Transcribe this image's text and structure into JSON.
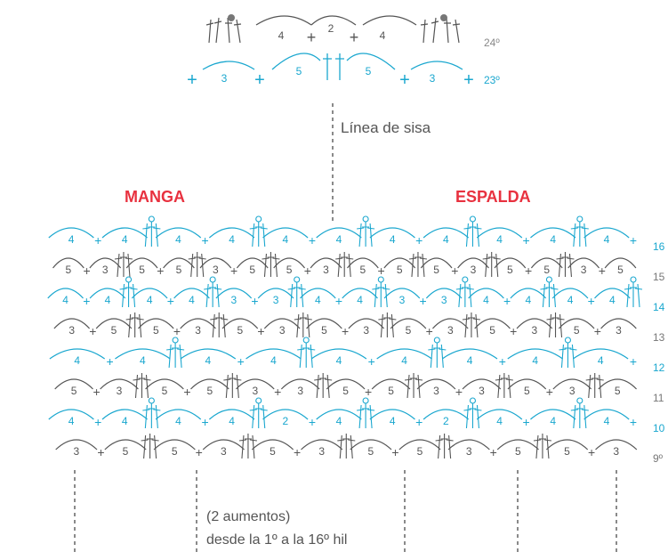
{
  "labels": {
    "armhole": "Línea de sisa",
    "sleeve": "MANGA",
    "back": "ESPALDA",
    "increase_note": "(2 aumentos)",
    "range_note": "desde la 1º a la 16º hil"
  },
  "detail": {
    "row24": {
      "number": "24º",
      "counts": [
        "4",
        "2",
        "4"
      ]
    },
    "row23": {
      "number": "23º",
      "counts": [
        "3",
        "5",
        "5",
        "3"
      ]
    }
  },
  "rows": [
    {
      "number": "16",
      "color": "cyan",
      "counts": [
        "4",
        "4",
        "4",
        "4",
        "4",
        "4",
        "4",
        "4",
        "4",
        "4",
        "4"
      ]
    },
    {
      "number": "15",
      "color": "grey",
      "counts": [
        "5",
        "3",
        "5",
        "5",
        "3",
        "5",
        "5",
        "3",
        "5",
        "5",
        "5",
        "3",
        "5",
        "5",
        "3",
        "5"
      ]
    },
    {
      "number": "14",
      "color": "cyan",
      "counts": [
        "4",
        "4",
        "4",
        "4",
        "3",
        "3",
        "4",
        "4",
        "3",
        "3",
        "4",
        "4",
        "4",
        "4"
      ]
    },
    {
      "number": "13",
      "color": "grey",
      "counts": [
        "3",
        "5",
        "5",
        "3",
        "5",
        "3",
        "5",
        "3",
        "5",
        "3",
        "5",
        "3",
        "5",
        "3"
      ]
    },
    {
      "number": "12",
      "color": "cyan",
      "counts": [
        "4",
        "4",
        "4",
        "4",
        "4",
        "4",
        "4",
        "4",
        "4"
      ]
    },
    {
      "number": "11",
      "color": "grey",
      "counts": [
        "5",
        "3",
        "5",
        "5",
        "3",
        "3",
        "5",
        "5",
        "3",
        "3",
        "5",
        "3",
        "5"
      ]
    },
    {
      "number": "10",
      "color": "cyan",
      "counts": [
        "4",
        "4",
        "4",
        "4",
        "2",
        "4",
        "4",
        "2",
        "4",
        "4",
        "4"
      ]
    },
    {
      "number": "9º",
      "color": "grey",
      "counts": [
        "3",
        "5",
        "5",
        "3",
        "5",
        "3",
        "5",
        "5",
        "3",
        "5",
        "5",
        "3"
      ]
    }
  ],
  "colors": {
    "cyan": "#1aa7cf",
    "grey": "#555555",
    "red": "#e8313f",
    "dash": "#8a8a8a"
  }
}
